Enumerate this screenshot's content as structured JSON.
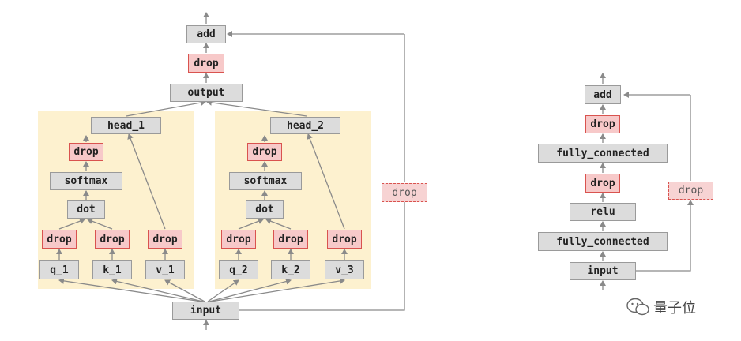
{
  "diagram": {
    "left": {
      "input": "input",
      "add": "add",
      "drop_top": "drop",
      "output": "output",
      "residual_drop": "drop",
      "heads": [
        {
          "head": "head_1",
          "drop_after_softmax": "drop",
          "softmax": "softmax",
          "dot": "dot",
          "drops": [
            "drop",
            "drop",
            "drop"
          ],
          "inputs": [
            "q_1",
            "k_1",
            "v_1"
          ]
        },
        {
          "head": "head_2",
          "drop_after_softmax": "drop",
          "softmax": "softmax",
          "dot": "dot",
          "drops": [
            "drop",
            "drop",
            "drop"
          ],
          "inputs": [
            "q_2",
            "k_2",
            "v_3"
          ]
        }
      ]
    },
    "right": {
      "add": "add",
      "drop_top": "drop",
      "fc_top": "fully_connected",
      "drop_mid": "drop",
      "relu": "relu",
      "fc_bottom": "fully_connected",
      "input": "input",
      "residual_drop": "drop"
    },
    "watermark": "量子位"
  }
}
